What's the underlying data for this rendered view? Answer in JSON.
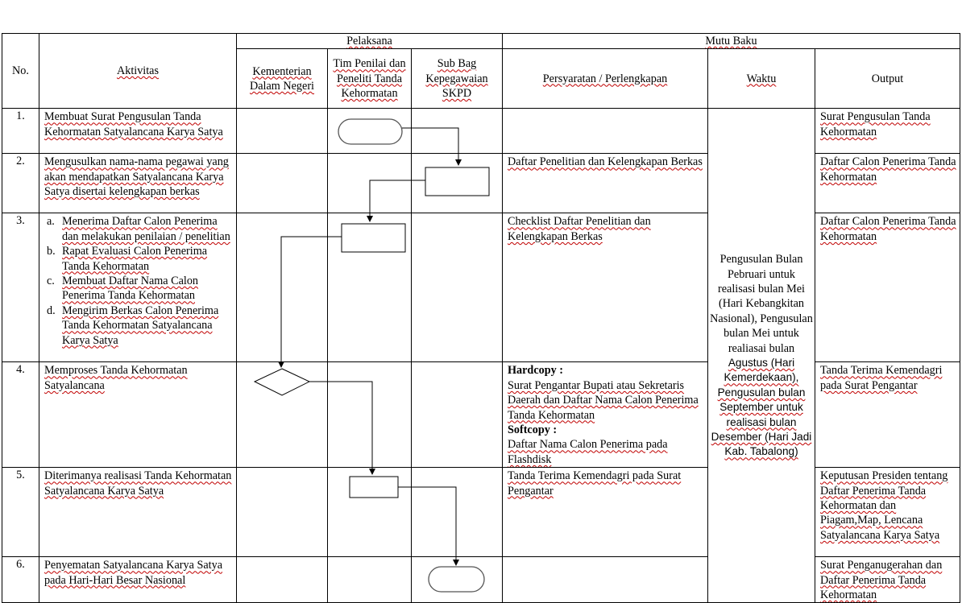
{
  "header": {
    "no": "No.",
    "aktivitas": "Aktivitas",
    "pelaksana": "Pelaksana",
    "mutu_baku": "Mutu Baku",
    "kementerian": "Kementerian Dalam Negeri",
    "tim": "Tim Penilai dan Peneliti Tanda Kehormatan",
    "subbag": "Sub Bag Kepegawaian SKPD",
    "persyaratan": "Persyaratan / Perlengkapan",
    "waktu": "Waktu",
    "output": "Output"
  },
  "rows": [
    {
      "no": "1.",
      "aktivitas": "Membuat Surat Pengusulan Tanda Kehormatan Satyalancana Karya Satya",
      "persyaratan": "",
      "output": "Surat Pengusulan Tanda Kehormatan"
    },
    {
      "no": "2.",
      "aktivitas": "Mengusulkan nama-nama pegawai yang akan mendapatkan Satyalancana Karya Satya disertai kelengkapan berkas",
      "persyaratan": "Daftar Penelitian dan Kelengkapan Berkas",
      "output": "Daftar Calon Penerima Tanda Kehormatan"
    },
    {
      "no": "3.",
      "aktivitas_items": [
        {
          "marker": "a.",
          "text": "Menerima Daftar Calon Penerima dan melakukan penilaian / penelitian"
        },
        {
          "marker": "b.",
          "text": "Rapat Evaluasi Calon Penerima Tanda Kehormatan"
        },
        {
          "marker": "c.",
          "text": "Membuat Daftar Nama Calon Penerima Tanda Kehormatan"
        },
        {
          "marker": "d.",
          "text": "Mengirim Berkas Calon Penerima Tanda Kehormatan Satyalancana Karya Satya"
        }
      ],
      "persyaratan": "Checklist Daftar Penelitian dan Kelengkapan Berkas",
      "output": "Daftar Calon Penerima Tanda Kehormatan"
    },
    {
      "no": "4.",
      "aktivitas": "Memproses Tanda Kehormatan Satyalancana",
      "persyaratan_parts": {
        "hardcopy_label": "Hardcopy :",
        "hardcopy_text": "Surat Pengantar Bupati atau Sekretaris Daerah dan Daftar Nama Calon Penerima Tanda Kehormatan",
        "softcopy_label": "Softcopy :",
        "softcopy_text": "Daftar Nama Calon Penerima pada Flashdisk"
      },
      "output": "Tanda Terima Kemendagri pada Surat Pengantar"
    },
    {
      "no": "5.",
      "aktivitas": "Diterimanya realisasi Tanda Kehormatan Satyalancana Karya Satya",
      "persyaratan": "Tanda Terima Kemendagri pada Surat Pengantar",
      "output": "Keputusan Presiden tentang Daftar Penerima Tanda Kehormatan dan Piagam,Map, Lencana Satyalancana Karya Satya"
    },
    {
      "no": "6.",
      "aktivitas": "Penyematan Satyalancana Karya Satya pada Hari-Hari Besar Nasional",
      "persyaratan": "",
      "output": "Surat Penganugerahan dan Daftar Penerima Tanda Kehormatan"
    }
  ],
  "waktu": {
    "part1": "Pengusulan Bulan Pebruari untuk realisasi bulan Mei (Hari Kebangkitan Nasional), Pengusulan bulan Mei untuk realiasai bulan",
    "part2": "Agustus (Hari Kemerdekaan), Pengusulan bulan September untuk realisasi bulan Desember (Hari Jadi Kab. Tabalong)"
  }
}
